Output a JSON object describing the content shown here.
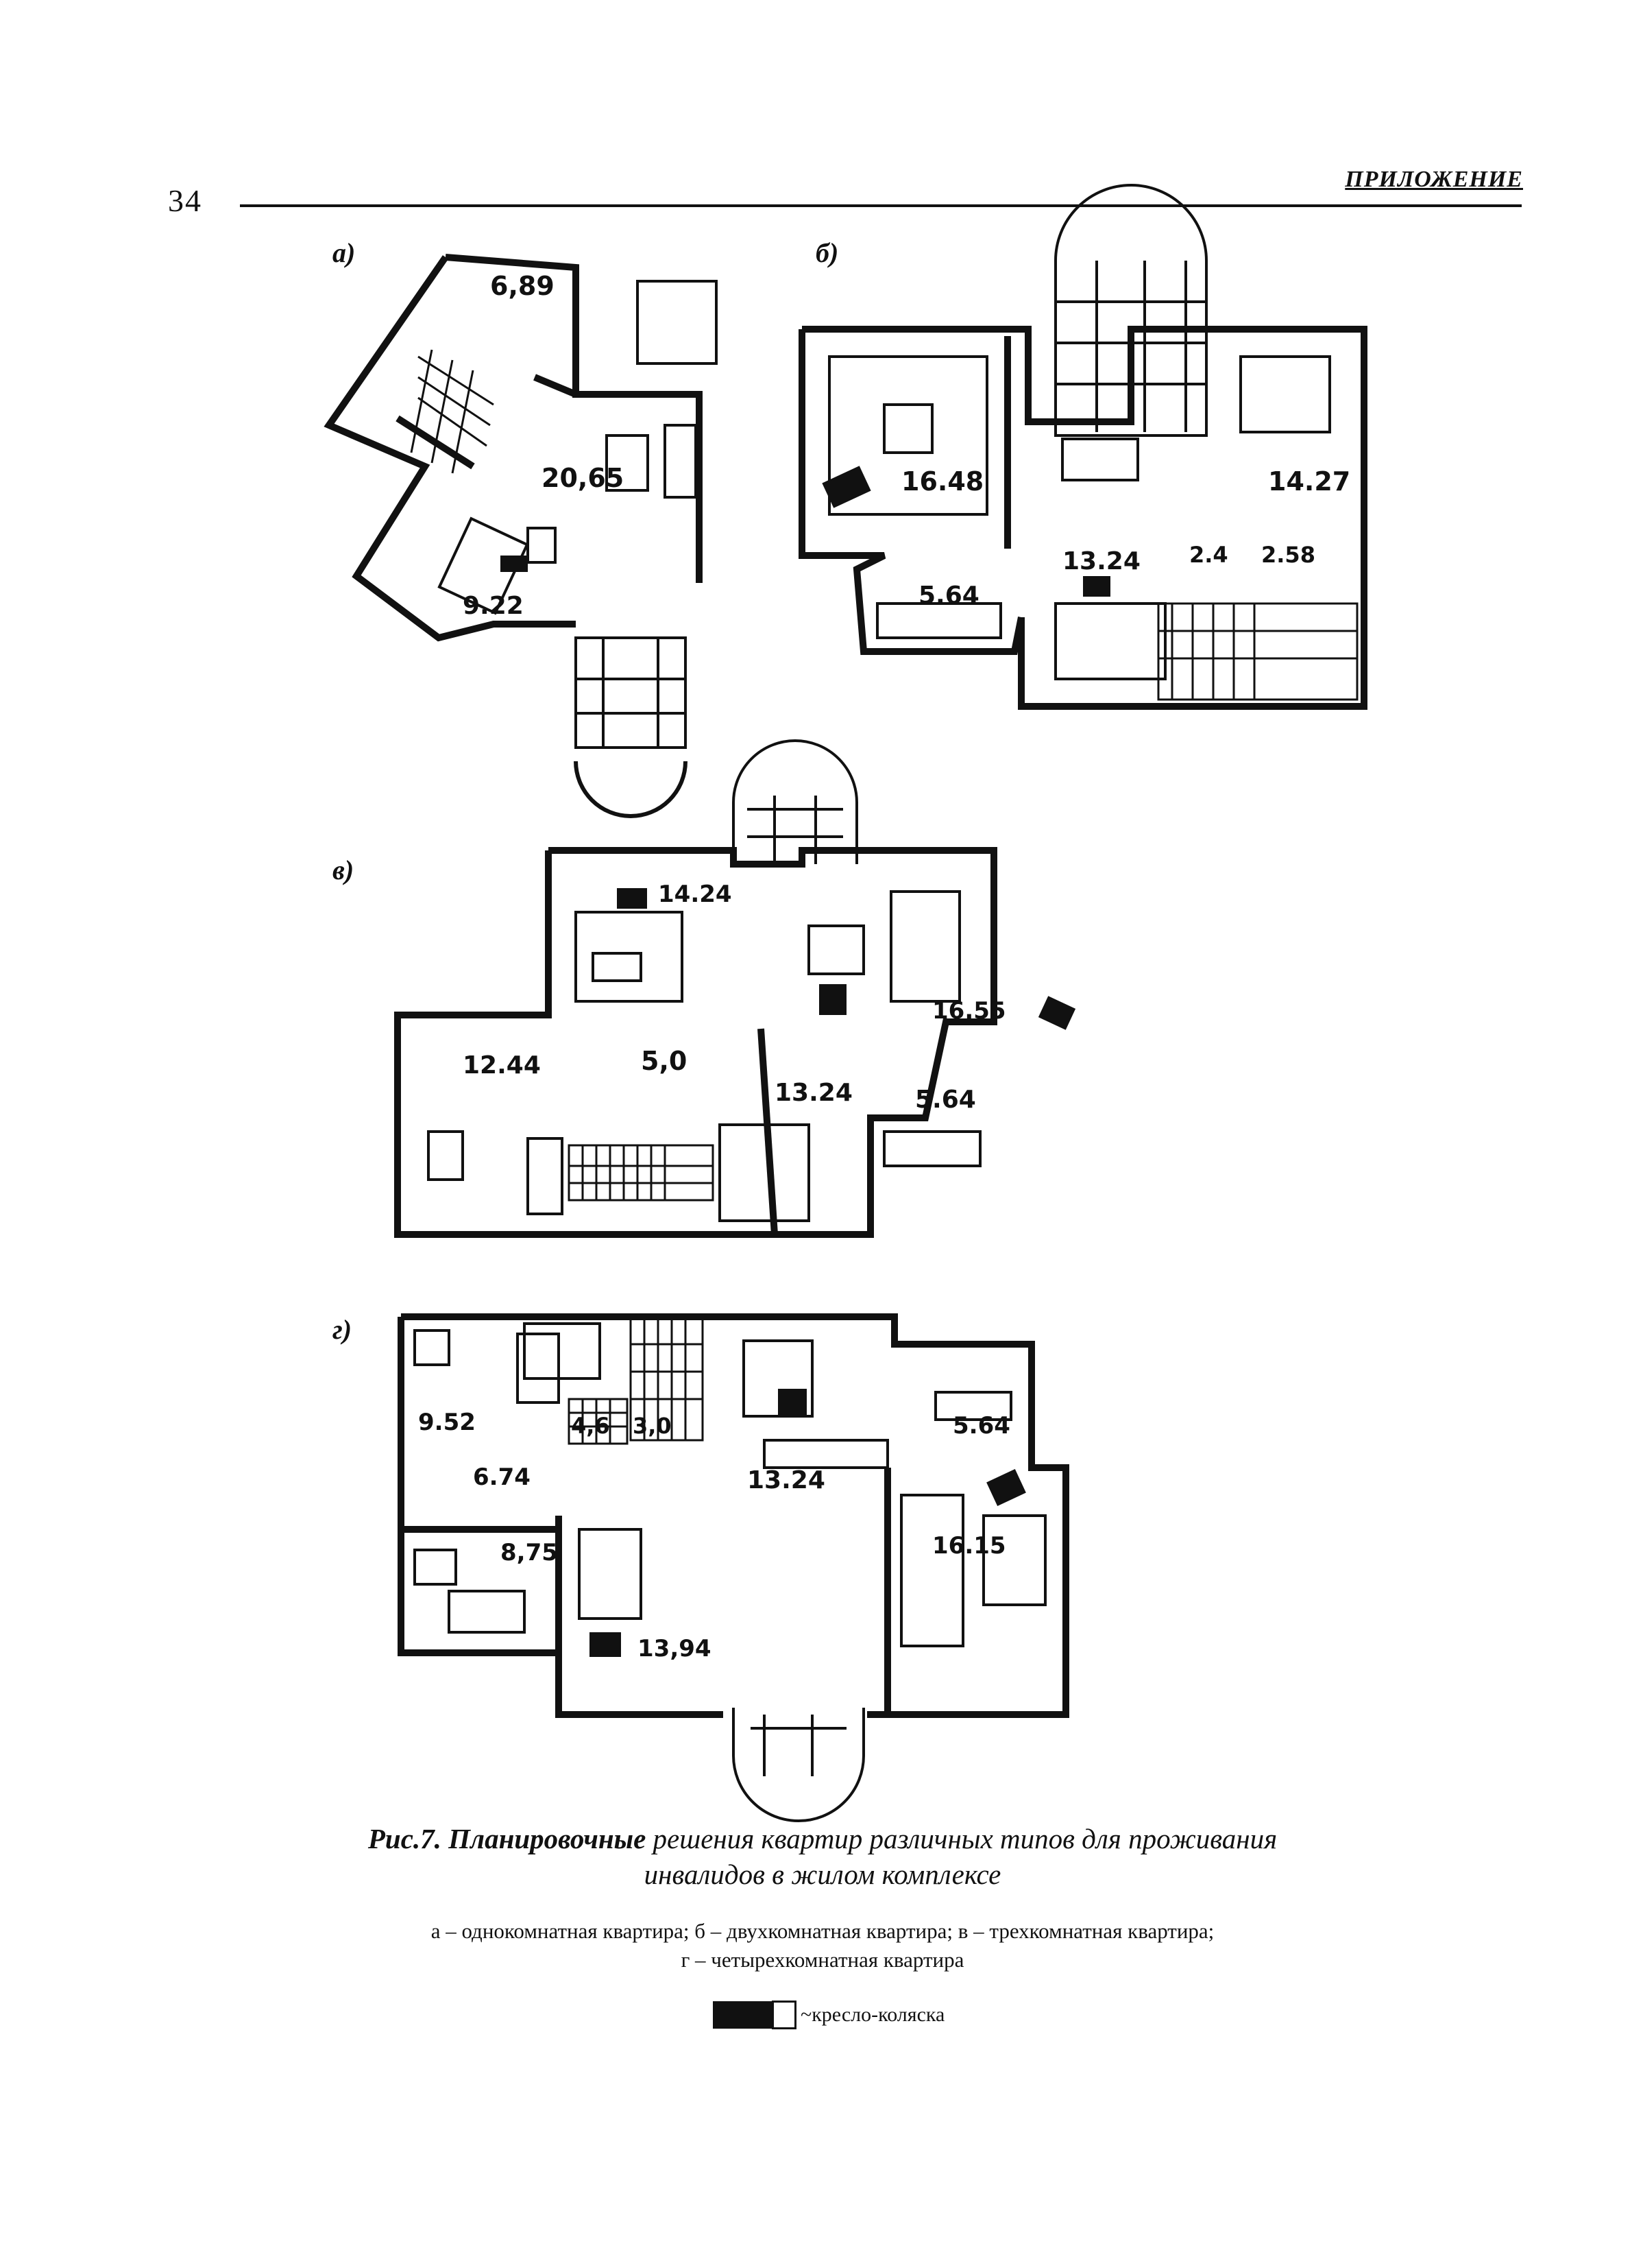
{
  "header": {
    "page_number": "34",
    "section_title": "ПРИЛОЖЕНИЕ"
  },
  "plans": {
    "a": {
      "label": "а)",
      "areas": [
        "6,89",
        "20,65",
        "9.22"
      ]
    },
    "b": {
      "label": "б)",
      "areas": [
        "16.48",
        "14.27",
        "13.24",
        "5.64",
        "2.4",
        "2.58"
      ]
    },
    "v": {
      "label": "в)",
      "areas": [
        "14.24",
        "16.55",
        "12.44",
        "5,0",
        "13.24",
        "5.64"
      ]
    },
    "g": {
      "label": "г)",
      "areas": [
        "9.52",
        "4,6",
        "3,0",
        "5.64",
        "6.74",
        "13.24",
        "8,75",
        "16.15",
        "13,94"
      ]
    }
  },
  "caption": {
    "figure_label": "Рис.7.",
    "bold_part": "Планировочные",
    "text_line1": "решения квартир различных типов для проживания",
    "text_line2": "инвалидов в жилом комплексе"
  },
  "legend": {
    "line1": "а – однокомнатная квартира;  б – двухкомнатная квартира;  в – трехкомнатная квартира;",
    "line2": "г – четырехкомнатная квартира",
    "wheelchair": "~кресло-коляска"
  }
}
